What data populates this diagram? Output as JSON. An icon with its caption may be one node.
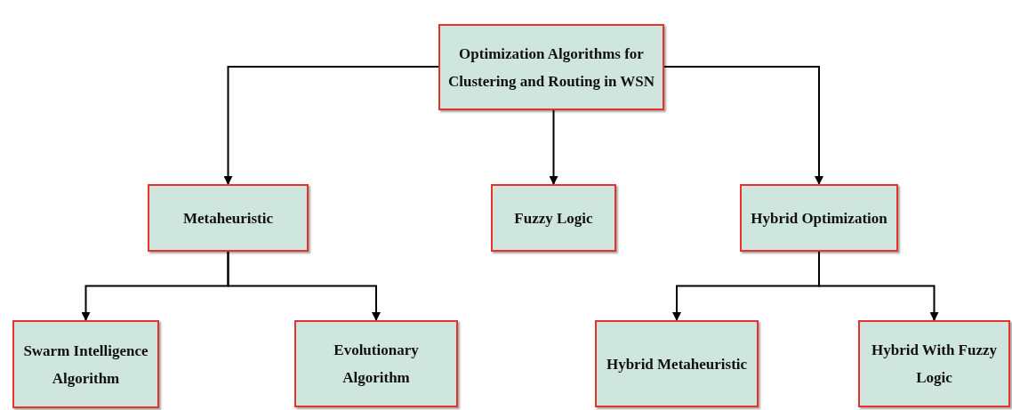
{
  "diagram": {
    "nodes": [
      {
        "text": [
          "Optimization Algorithms for Clustering and Routing in WSN"
        ]
      },
      {
        "text": [
          "Metaheuristic"
        ]
      },
      {
        "text": [
          "Fuzzy Logic"
        ]
      },
      {
        "text": [
          "Hybrid Optimization"
        ]
      },
      {
        "text": [
          "Swarm Intelligence Algorithm"
        ]
      },
      {
        "text": [
          "Evolutionary Algorithm"
        ]
      },
      {
        "text": [
          "Hybrid Metaheuristic"
        ]
      },
      {
        "text": [
          "Hybrid With Fuzzy Logic"
        ]
      }
    ],
    "edges": [
      {
        "from": 0,
        "to": 1,
        "arrow": "to"
      },
      {
        "from": 0,
        "to": 2,
        "arrow": "to"
      },
      {
        "from": 0,
        "to": 3,
        "arrow": "to"
      },
      {
        "from": 1,
        "to": 4,
        "arrow": "to"
      },
      {
        "from": 1,
        "to": 5,
        "arrow": "to"
      },
      {
        "from": 3,
        "to": 6,
        "arrow": "to"
      },
      {
        "from": 3,
        "to": 7,
        "arrow": "to"
      }
    ]
  }
}
